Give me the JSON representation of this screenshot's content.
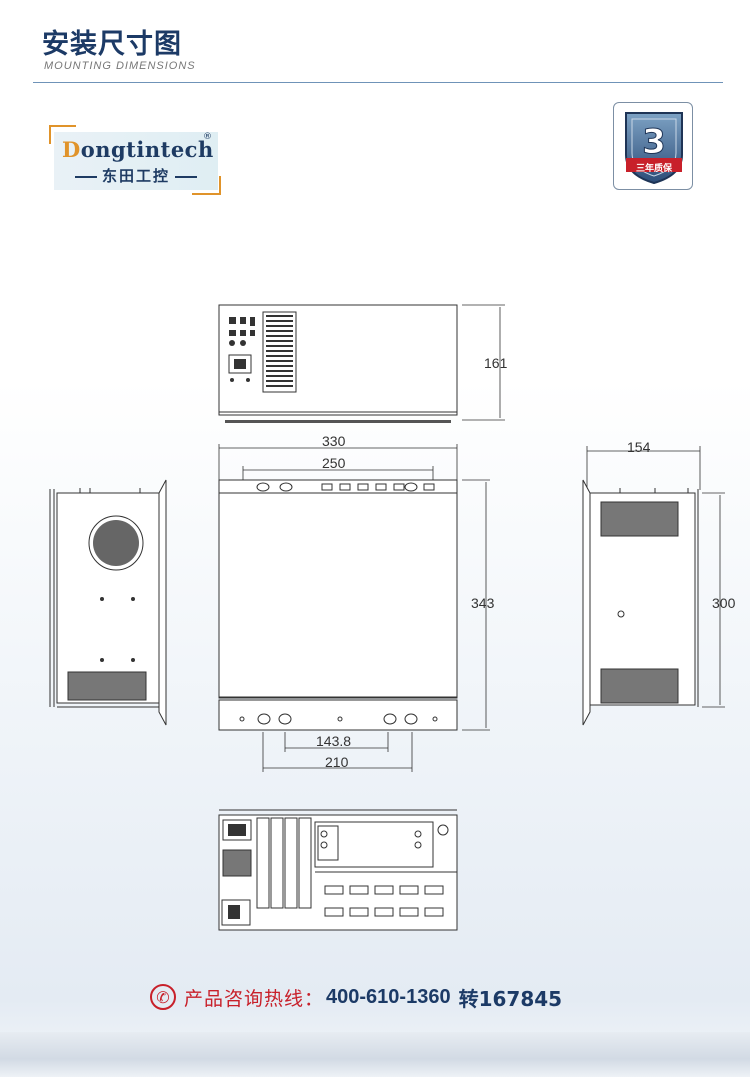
{
  "header": {
    "title_cn": "安装尺寸图",
    "title_en": "MOUNTING DIMENSIONS"
  },
  "logo": {
    "brand_initial": "D",
    "brand_rest": "ongtintech",
    "registered_mark": "®",
    "sub_cn": "东田工控"
  },
  "warranty_badge": {
    "number": "3",
    "text": "三年质保"
  },
  "dimensions": {
    "front_height": "161",
    "top_width": "330",
    "top_inner_width": "250",
    "top_depth": "343",
    "foot_inner": "143.8",
    "foot_outer": "210",
    "side_depth": "154",
    "side_height": "300"
  },
  "hotline": {
    "label": "产品咨询热线：",
    "number": "400-610-1360",
    "ext": "转167845"
  },
  "colors": {
    "brand_navy": "#1c3a66",
    "hotline_red": "#c8202a",
    "logo_accent": "#e0932a"
  }
}
